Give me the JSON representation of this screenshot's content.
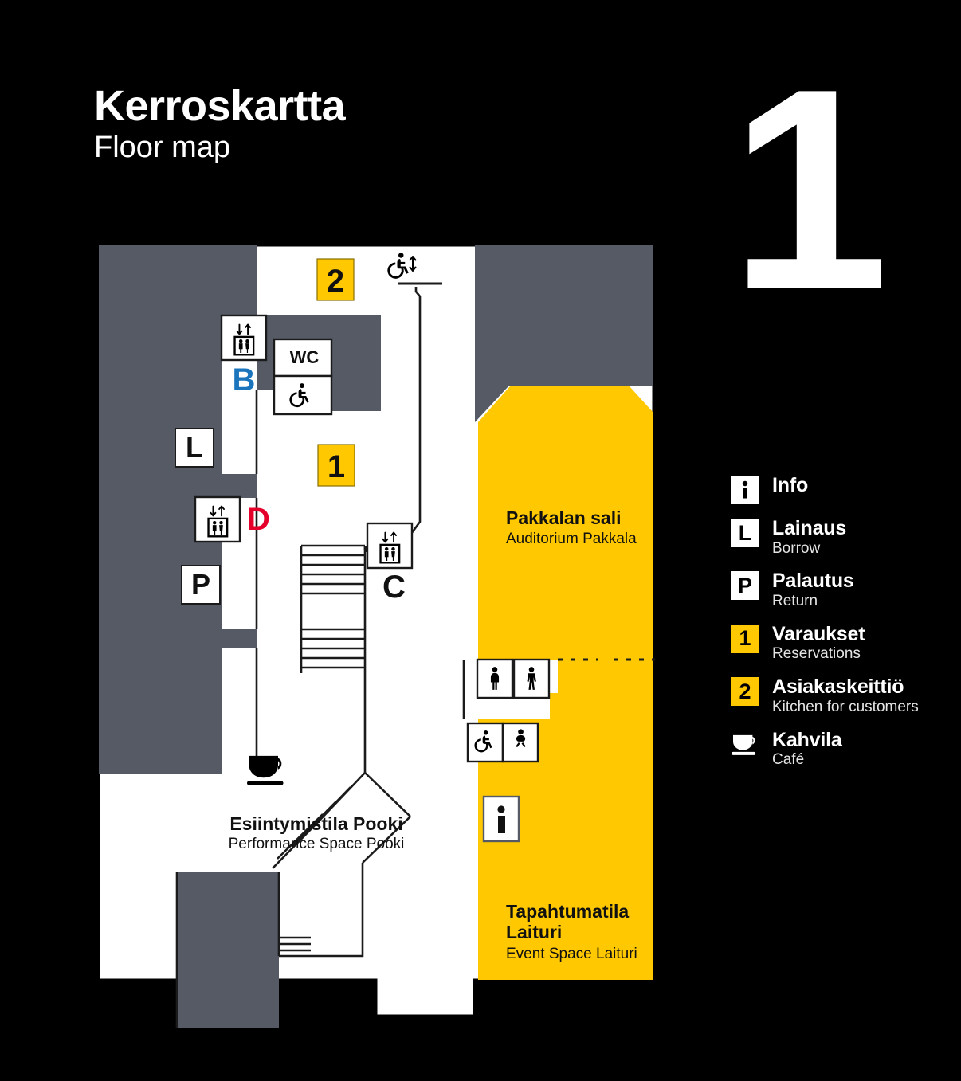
{
  "header": {
    "title_fi": "Kerroskartta",
    "title_en": "Floor map"
  },
  "floor": {
    "number": "1"
  },
  "legend": {
    "items": [
      {
        "badge": "i",
        "badge_type": "white-info-icon",
        "fi": "Info",
        "en": ""
      },
      {
        "badge": "L",
        "badge_type": "white",
        "fi": "Lainaus",
        "en": "Borrow"
      },
      {
        "badge": "P",
        "badge_type": "white",
        "fi": "Palautus",
        "en": "Return"
      },
      {
        "badge": "1",
        "badge_type": "yellow",
        "fi": "Varaukset",
        "en": "Reservations"
      },
      {
        "badge": "2",
        "badge_type": "yellow",
        "fi": "Asiakaskeittiö",
        "en": "Kitchen for customers"
      },
      {
        "badge": "",
        "badge_type": "cup-icon",
        "fi": "Kahvila",
        "en": "Café"
      }
    ]
  },
  "map": {
    "colors": {
      "yellow": "#FFC800",
      "gray": "#555A64",
      "white": "#FFFFFF",
      "black": "#000000",
      "blue": "#1a75bc",
      "red": "#e4002b"
    },
    "rooms": [
      {
        "id": "pakkalan-sali",
        "fi": "Pakkalan sali",
        "en": "Auditorium Pakkala"
      },
      {
        "id": "tapahtumatila",
        "fi_line1": "Tapahtumatila",
        "fi_line2": "Laituri",
        "en": "Event Space Laituri"
      },
      {
        "id": "esiintymistila",
        "fi": "Esiintymistila Pooki",
        "en": "Performance Space Pooki"
      }
    ],
    "markers": {
      "lift_b": "B",
      "lift_c": "C",
      "lift_d": "D",
      "borrow": "L",
      "return": "P",
      "reservations": "1",
      "kitchen": "2",
      "wc": "WC"
    }
  }
}
